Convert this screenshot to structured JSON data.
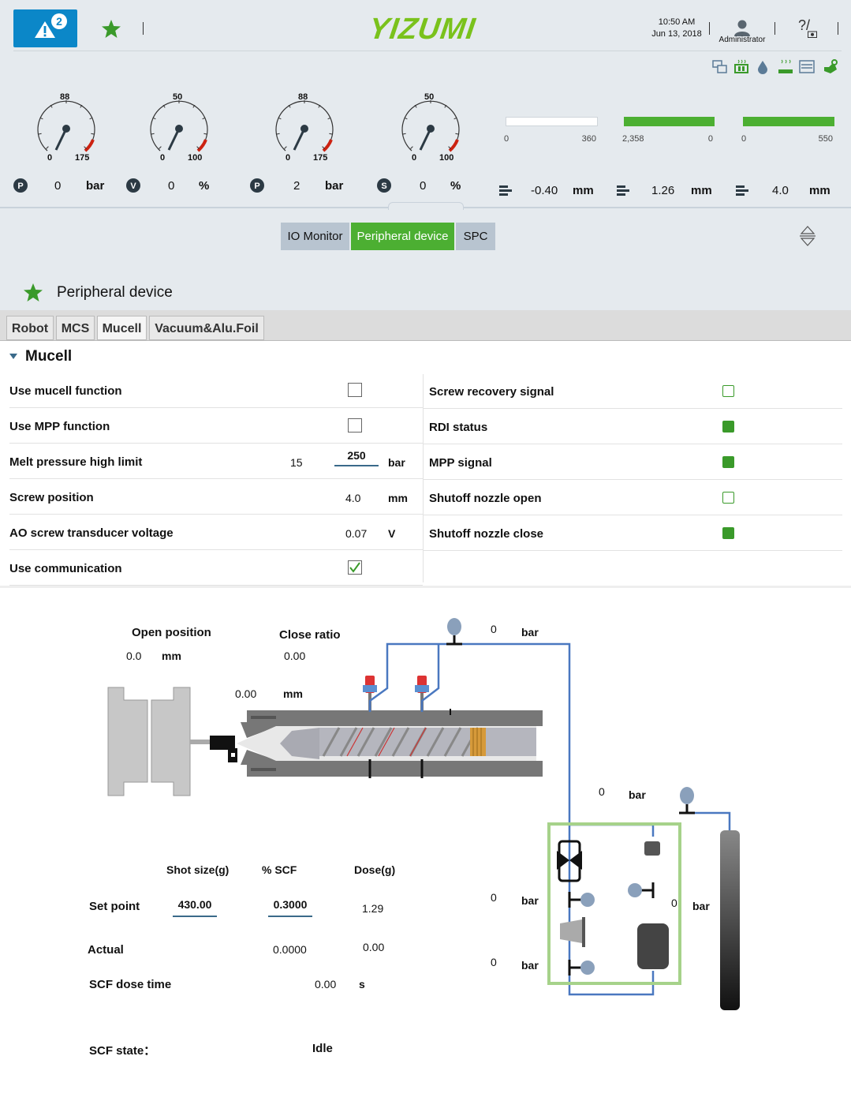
{
  "header": {
    "alarm_count": "2",
    "logo": "YIZUMI",
    "time": "10:50 AM",
    "date": "Jun 13, 2018",
    "user": "Administrator",
    "help_label": "?/"
  },
  "status_icons": [
    "monitor-icon",
    "heater-icon",
    "water-drop-icon",
    "heat-zone-icon",
    "list-icon",
    "hand-wrench-icon"
  ],
  "gauges": [
    {
      "top": "88",
      "min": "0",
      "max": "175",
      "value": "0",
      "unit": "bar",
      "icon": "pressure-icon"
    },
    {
      "top": "50",
      "min": "0",
      "max": "100",
      "value": "0",
      "unit": "%",
      "icon": "velocity-icon"
    },
    {
      "top": "88",
      "min": "0",
      "max": "175",
      "value": "2",
      "unit": "bar",
      "icon": "back-pressure-icon"
    },
    {
      "top": "50",
      "min": "0",
      "max": "100",
      "value": "0",
      "unit": "%",
      "icon": "screw-speed-icon"
    }
  ],
  "bars": [
    {
      "left": "0",
      "right": "360",
      "fill": 0.0,
      "value": "-0.40",
      "unit": "mm",
      "icon": "injection-icon"
    },
    {
      "left": "2,358",
      "right": "0",
      "fill": 1.0,
      "value": "1.26",
      "unit": "mm",
      "icon": "mold-open-icon"
    },
    {
      "left": "0",
      "right": "550",
      "fill": 1.0,
      "value": "4.0",
      "unit": "mm",
      "icon": "ejector-icon"
    }
  ],
  "main_tabs": [
    "IO Monitor",
    "Peripheral device",
    "SPC"
  ],
  "page_title": "Peripheral device",
  "sub_tabs": [
    "Robot",
    "MCS",
    "Mucell",
    "Vacuum&Alu.Foil"
  ],
  "section_title": "Mucell",
  "left_rows": [
    {
      "label": "Use mucell function",
      "type": "checkbox",
      "checked": false
    },
    {
      "label": "Use MPP function",
      "type": "checkbox",
      "checked": false
    },
    {
      "label": "Melt pressure high limit",
      "min": "15",
      "value": "250",
      "unit": "bar",
      "type": "input"
    },
    {
      "label": "Screw position",
      "value": "4.0",
      "unit": "mm",
      "type": "value"
    },
    {
      "label": "AO screw transducer voltage",
      "value": "0.07",
      "unit": "V",
      "type": "value"
    },
    {
      "label": "Use communication",
      "type": "checkbox",
      "checked": true
    }
  ],
  "right_rows": [
    {
      "label": "Screw recovery signal",
      "on": false
    },
    {
      "label": "RDI status",
      "on": true
    },
    {
      "label": "MPP signal",
      "on": true
    },
    {
      "label": "Shutoff nozzle open",
      "on": false
    },
    {
      "label": "Shutoff nozzle close",
      "on": true
    }
  ],
  "diagram": {
    "open_position_label": "Open position",
    "open_position_value": "0.0",
    "open_position_unit": "mm",
    "close_ratio_label": "Close ratio",
    "close_ratio_value": "0.00",
    "nozzle_value": "0.00",
    "nozzle_unit": "mm",
    "top_pressure": "0",
    "top_pressure_unit": "bar",
    "right_pressure": "0",
    "right_pressure_unit": "bar",
    "valve1_pressure": "0",
    "valve1_unit": "bar",
    "valve2_pressure": "0",
    "valve2_unit": "bar",
    "tank_pressure": "0",
    "tank_unit": "bar",
    "col_shot": "Shot size(g)",
    "col_scf": "% SCF",
    "col_dose": "Dose(g)",
    "setpoint_label": "Set point",
    "setpoint_shot": "430.00",
    "setpoint_scf": "0.3000",
    "setpoint_dose": "1.29",
    "actual_label": "Actual",
    "actual_scf": "0.0000",
    "actual_dose": "0.00",
    "dose_time_label": "SCF dose time",
    "dose_time_value": "0.00",
    "dose_time_unit": "s",
    "state_label": "SCF state：",
    "state_value": "Idle"
  }
}
